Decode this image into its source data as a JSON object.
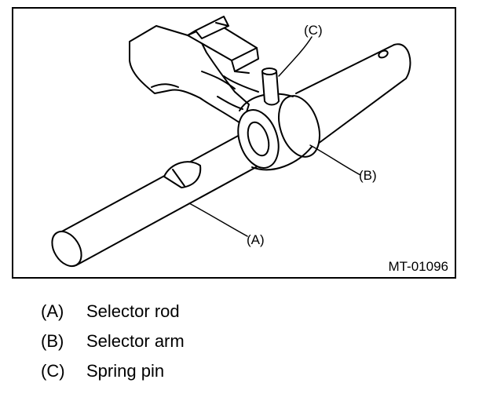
{
  "figure": {
    "callouts": {
      "a": "(A)",
      "b": "(B)",
      "c": "(C)"
    },
    "figure_id": "MT-01096"
  },
  "legend": {
    "items": [
      {
        "code": "(A)",
        "label": "Selector rod"
      },
      {
        "code": "(B)",
        "label": "Selector arm"
      },
      {
        "code": "(C)",
        "label": "Spring pin"
      }
    ]
  }
}
